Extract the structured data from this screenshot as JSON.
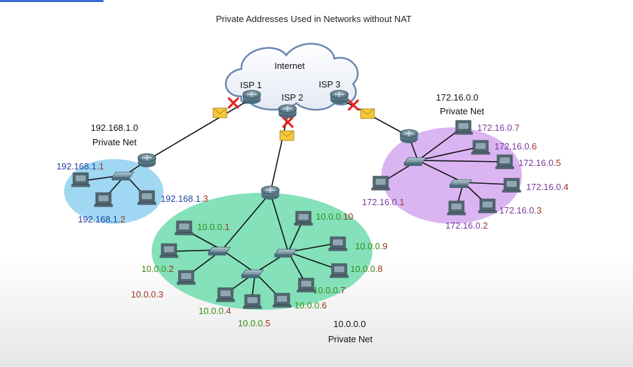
{
  "title": "Private Addresses Used in Networks without NAT",
  "internet": {
    "label": "Internet",
    "isps": [
      "ISP 1",
      "ISP 2",
      "ISP 3"
    ]
  },
  "networks": {
    "net192": {
      "name_line1": "192.168.1.0",
      "name_line2": "Private Net",
      "fill": "#8fd0f0",
      "hosts": [
        {
          "prefix": "192.168.1.",
          "octet": "1"
        },
        {
          "prefix": "192.168.1.",
          "octet": "2"
        },
        {
          "prefix": "192.168.1.",
          "octet": "3"
        }
      ]
    },
    "net10": {
      "name_line1": "10.0.0.0",
      "name_line2": "Private Net",
      "fill": "#6fdcae",
      "hosts": [
        {
          "prefix": "10.0.0.",
          "octet": "1"
        },
        {
          "prefix": "10.0.0.",
          "octet": "2"
        },
        {
          "prefix": "10.0.0.",
          "octet": "3"
        },
        {
          "prefix": "10.0.0.",
          "octet": "4"
        },
        {
          "prefix": "10.0.0.",
          "octet": "5"
        },
        {
          "prefix": "10.0.0.",
          "octet": "6"
        },
        {
          "prefix": "10.0.0.",
          "octet": "7"
        },
        {
          "prefix": "10.0.0.",
          "octet": "8"
        },
        {
          "prefix": "10.0.0.",
          "octet": "9"
        },
        {
          "prefix": "10.0.0.",
          "octet": "10"
        }
      ]
    },
    "net172": {
      "name_line1": "172.16.0.0",
      "name_line2": "Private Net",
      "fill": "#d4a8f0",
      "hosts": [
        {
          "prefix": "172.16.0.",
          "octet": "1"
        },
        {
          "prefix": "172.16.0.",
          "octet": "2"
        },
        {
          "prefix": "172.16.0.",
          "octet": "3"
        },
        {
          "prefix": "172.16.0.",
          "octet": "4"
        },
        {
          "prefix": "172.16.0.",
          "octet": "5"
        },
        {
          "prefix": "172.16.0.",
          "octet": "6"
        },
        {
          "prefix": "172.16.0.",
          "octet": "7"
        }
      ]
    }
  },
  "colors": {
    "blue": "#1c3fa0",
    "green": "#3a8a10",
    "red": "#a03020",
    "purple": "#7a3a9a",
    "cross": "#e8231f"
  }
}
